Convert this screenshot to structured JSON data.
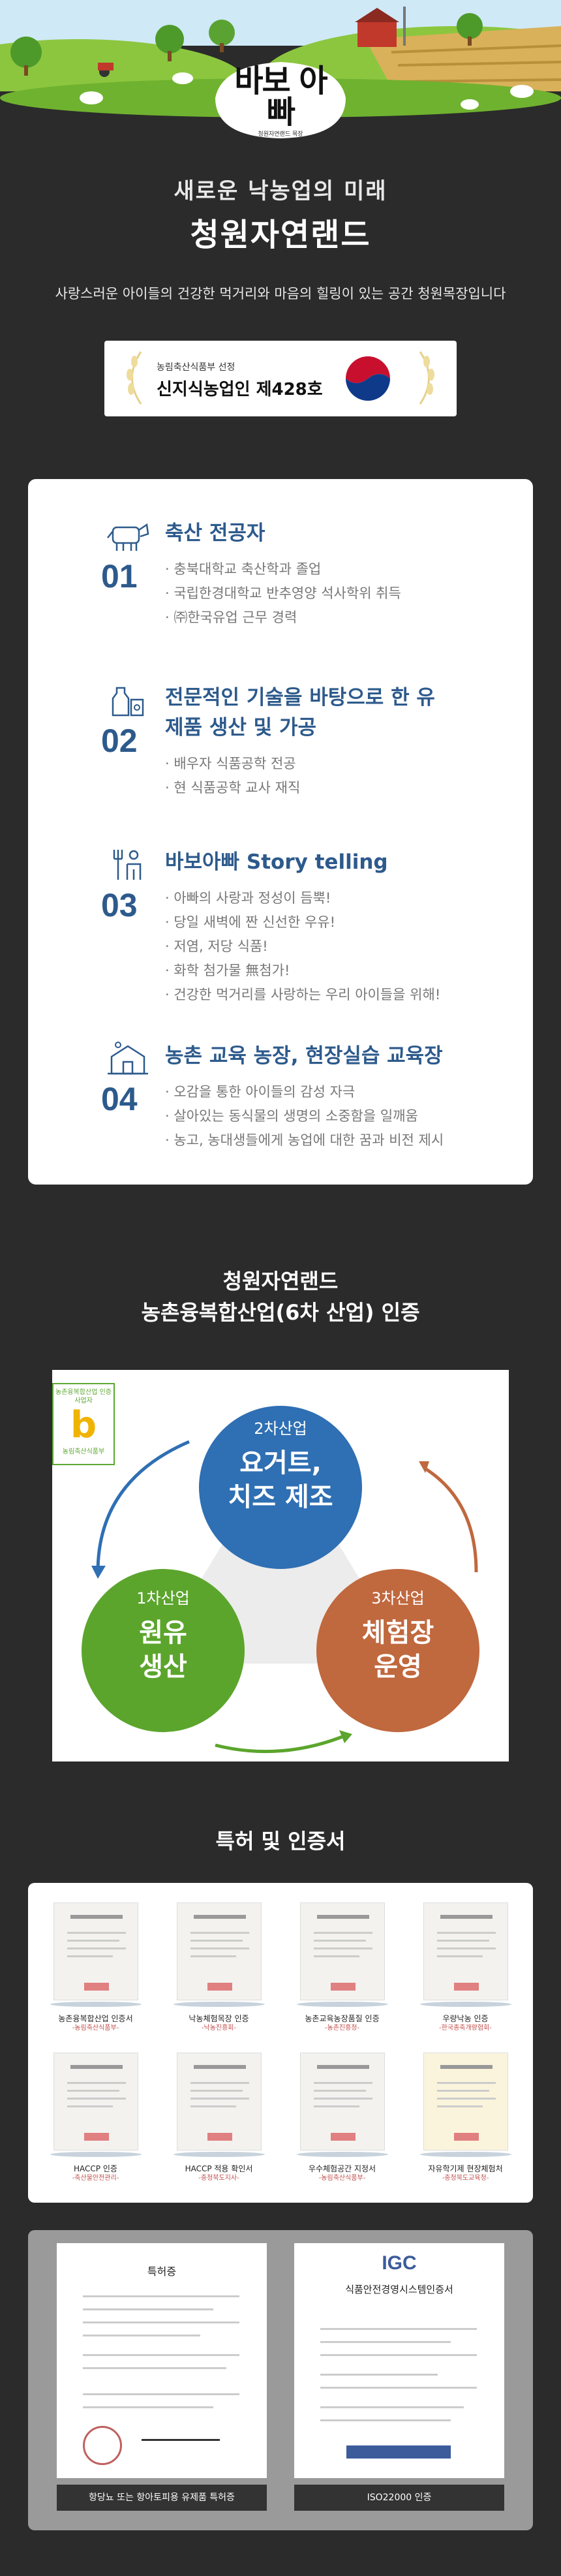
{
  "hero": {
    "logo_main": "바보 아빠",
    "logo_sub": "청원자연랜드 목장",
    "headline_1": "새로운 낙농업의 미래",
    "headline_2": "청원자연랜드",
    "tagline": "사랑스러운 아이들의 건강한 먹거리와 마음의 힐링이 있는 공간 청원목장입니다"
  },
  "badge": {
    "sub": "농림축산식품부 선정",
    "main": "신지식농업인 제428호"
  },
  "features": [
    {
      "num": "01",
      "icon": "cow-icon",
      "title": "축산 전공자",
      "lines": [
        "충북대학교 축산학과 졸업",
        "국립한경대학교 반추영양 석사학위 취득",
        "㈜한국유업 근무 경력"
      ]
    },
    {
      "num": "02",
      "icon": "milk-bottle-icon",
      "title": "전문적인 기술을 바탕으로 한 유제품 생산 및 가공",
      "lines": [
        "배우자 식품공학 전공",
        "현 식품공학 교사 재직"
      ]
    },
    {
      "num": "03",
      "icon": "farmer-icon",
      "title": "바보아빠 Story telling",
      "lines": [
        "아빠의 사랑과 정성이 듬뿍!",
        "당일 새벽에 짠 신선한 우유!",
        "저염, 저당 식품!",
        "화학 첨가물 無첨가!",
        "건강한 먹거리를 사랑하는 우리 아이들을 위해!"
      ]
    },
    {
      "num": "04",
      "icon": "farm-barn-icon",
      "title": "농촌 교육 농장, 현장실습 교육장",
      "lines": [
        "오감을 통한 아이들의 감성 자극",
        "살아있는 동식물의 생명의 소중함을 일깨움",
        "농고, 농대생들에게 농업에 대한 꿈과 비전 제시"
      ]
    }
  ],
  "sixth": {
    "title_1": "청원자연랜드",
    "title_2": "농촌융복합산업(6차 산업) 인증",
    "badge_top": "농촌융복합산업 인증 사업자",
    "badge_letter": "b",
    "badge_bottom": "농림축산식품부",
    "circles": [
      {
        "level": "2차산업",
        "name_1": "요거트,",
        "name_2": "치즈 제조",
        "color": "#2f6fb3"
      },
      {
        "level": "1차산업",
        "name_1": "원유",
        "name_2": "생산",
        "color": "#5ba52c"
      },
      {
        "level": "3차산업",
        "name_1": "체험장",
        "name_2": "운영",
        "color": "#c0683e"
      }
    ]
  },
  "patents": {
    "title": "특허 및 인증서",
    "items": [
      {
        "label": "농촌융복합산업 인증서",
        "note": "-농림축산식품부-"
      },
      {
        "label": "낙농체험목장 인증",
        "note": "-낙농진흥회-"
      },
      {
        "label": "농촌교육농장품질 인증",
        "note": "-농촌진흥청-"
      },
      {
        "label": "우량낙농 인증",
        "note": "-한국종축개량협회-"
      },
      {
        "label": "HACCP 인증",
        "note": "-축산물안전관리-"
      },
      {
        "label": "HACCP 적용 확인서",
        "note": "-충청북도지사-"
      },
      {
        "label": "우수체험공간 지정서",
        "note": "-농림축산식품부-"
      },
      {
        "label": "자유학기제 현장체험처",
        "note": "-충청북도교육청-"
      }
    ]
  },
  "big_certs": [
    {
      "header": "특허증",
      "label": "항당뇨 또는 항아토피용 유제품 특허증"
    },
    {
      "header": "IGC",
      "title": "식품안전경영시스템인증서",
      "label": "ISO22000 인증"
    }
  ]
}
